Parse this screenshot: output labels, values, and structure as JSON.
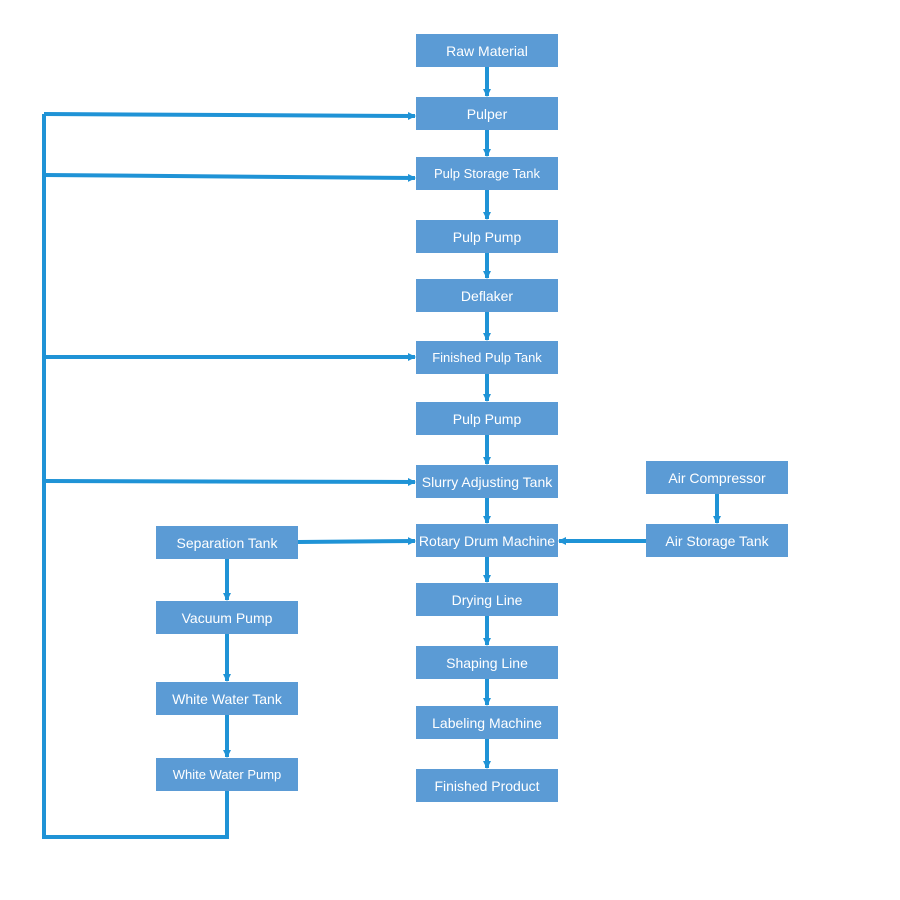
{
  "colors": {
    "node_fill": "#5b9bd5",
    "node_text": "#ffffff",
    "connector": "#1f93d6",
    "background": "#ffffff"
  },
  "nodes": {
    "raw_material": "Raw Material",
    "pulper": "Pulper",
    "pulp_storage_tank": "Pulp Storage Tank",
    "pulp_pump_1": "Pulp Pump",
    "deflaker": "Deflaker",
    "finished_pulp_tank": "Finished Pulp Tank",
    "pulp_pump_2": "Pulp Pump",
    "slurry_adjusting_tank": "Slurry Adjusting Tank",
    "rotary_drum_machine": "Rotary Drum Machine",
    "drying_line": "Drying Line",
    "shaping_line": "Shaping Line",
    "labeling_machine": "Labeling Machine",
    "finished_product": "Finished Product",
    "air_compressor": "Air Compressor",
    "air_storage_tank": "Air Storage Tank",
    "separation_tank": "Separation Tank",
    "vacuum_pump": "Vacuum Pump",
    "white_water_tank": "White Water Tank",
    "white_water_pump": "White Water Pump"
  }
}
